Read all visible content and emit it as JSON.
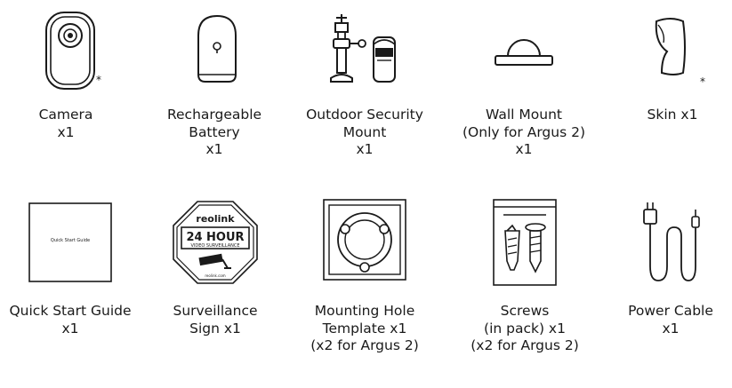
{
  "items": [
    {
      "name": "camera",
      "lines": [
        "Camera",
        "x1"
      ]
    },
    {
      "name": "battery",
      "lines": [
        "Rechargeable",
        "Battery",
        "x1"
      ]
    },
    {
      "name": "outdoor-mount",
      "lines": [
        "Outdoor Security",
        "Mount",
        "x1"
      ]
    },
    {
      "name": "wall-mount",
      "lines": [
        "Wall Mount",
        "(Only for Argus 2)",
        "x1"
      ]
    },
    {
      "name": "skin",
      "lines": [
        "Skin x1"
      ]
    },
    {
      "name": "quick-start-guide",
      "lines": [
        "Quick Start Guide",
        "x1"
      ]
    },
    {
      "name": "surveillance-sign",
      "lines": [
        "Surveillance",
        "Sign x1"
      ]
    },
    {
      "name": "mounting-hole-template",
      "lines": [
        "Mounting Hole",
        "Template x1",
        "(x2 for Argus 2)"
      ]
    },
    {
      "name": "screws",
      "lines": [
        "Screws",
        "(in pack) x1",
        "(x2 for Argus 2)"
      ]
    },
    {
      "name": "power-cable",
      "lines": [
        "Power Cable",
        "x1"
      ]
    }
  ],
  "asterisk": "*",
  "guide_cover_text": "Quick Start Guide",
  "sign": {
    "brand": "reolink",
    "headline": "24 HOUR",
    "subline": "VIDEO SURVEILLANCE",
    "footer": "reolink.com"
  }
}
